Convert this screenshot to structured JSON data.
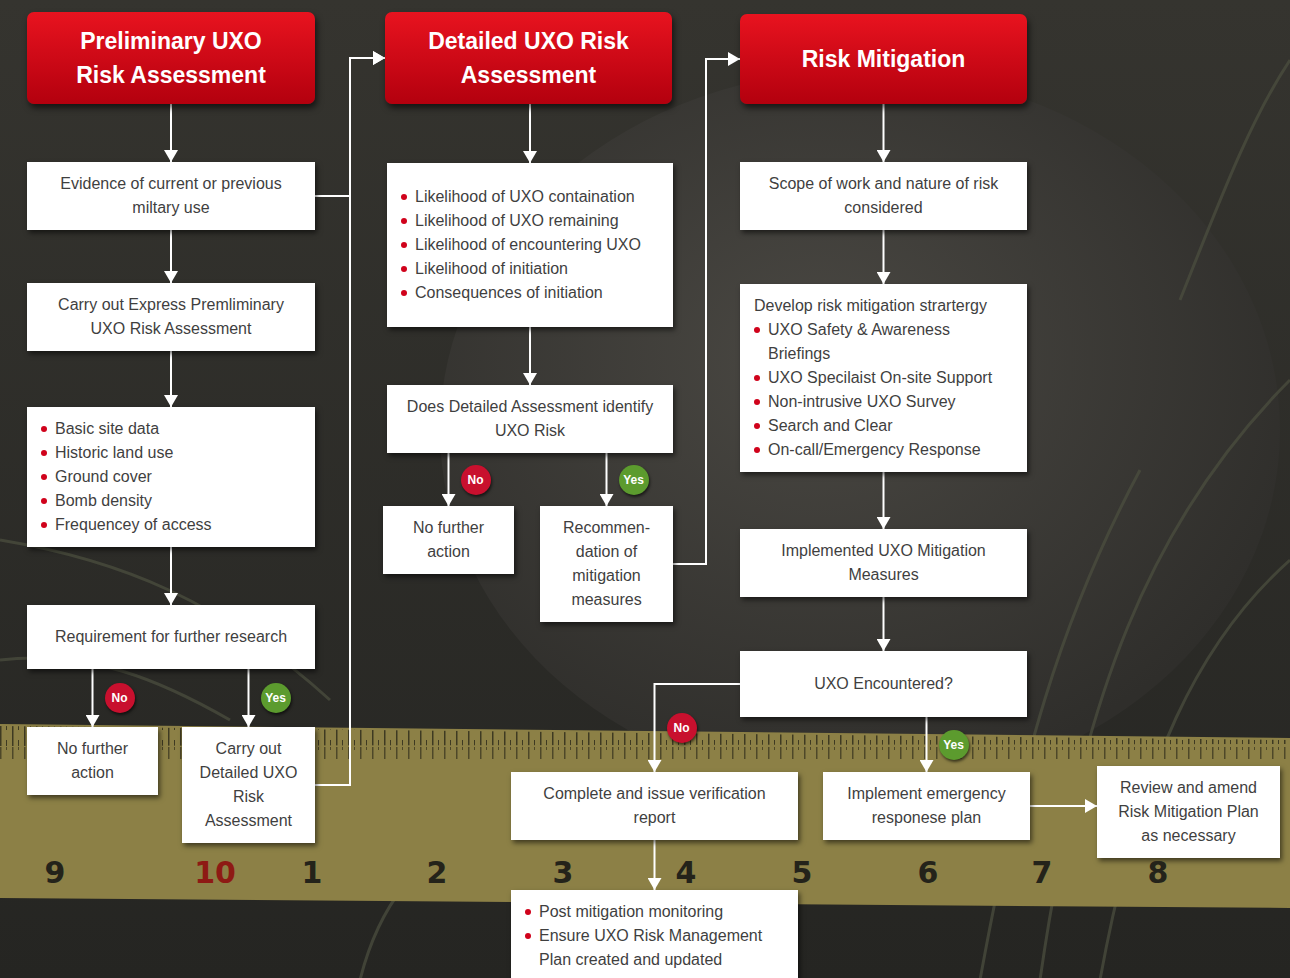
{
  "diagram": {
    "nodes": [
      {
        "text": [
          "Preliminary UXO Risk Assessment"
        ]
      },
      {
        "text": [
          "Evidence of current or previous miltary use"
        ]
      },
      {
        "text": [
          "Carry out Express Premliminary UXO Risk Assessment"
        ]
      },
      {
        "text": [
          "Basic site data",
          "Historic land use",
          "Ground cover",
          "Bomb density",
          "Frequencey of access"
        ]
      },
      {
        "text": [
          "Requirement for further research"
        ]
      },
      {
        "text": [
          "No further action"
        ]
      },
      {
        "text": [
          "Carry out Detailed UXO Risk Assessment"
        ]
      },
      {
        "text": [
          "Detailed UXO Risk Assessment"
        ]
      },
      {
        "text": [
          "Likelihood of UXO containation",
          "Likelihood of UXO remaining",
          "Likelihood of encountering UXO",
          "Likelihood of initiation",
          "Consequences of initiation"
        ]
      },
      {
        "text": [
          "Does Detailed Assessment identify UXO Risk"
        ]
      },
      {
        "text": [
          "No further action"
        ]
      },
      {
        "text": [
          "Recommen- dation of mitigation measures"
        ]
      },
      {
        "text": [
          "Risk Mitigation"
        ]
      },
      {
        "text": [
          "Scope of work and nature of risk considered"
        ]
      },
      {
        "text": [
          "Develop risk mitigation strartergy",
          "UXO Safety & Awareness Briefings",
          "UXO Specilaist On-site Support",
          "Non-intrusive UXO Survey",
          "Search and Clear",
          "On-call/Emergency Response"
        ]
      },
      {
        "text": [
          "Implemented UXO Mitigation Measures"
        ]
      },
      {
        "text": [
          "UXO Encountered?"
        ]
      },
      {
        "text": [
          "Complete and issue verification report"
        ]
      },
      {
        "text": [
          "Implement emergency responese plan"
        ]
      },
      {
        "text": [
          "Review and amend Risk Mitigation Plan as necessary"
        ]
      },
      {
        "text": [
          "Post mitigation monitoring",
          "Ensure UXO Risk Management Plan created and updated"
        ]
      }
    ],
    "edges": [
      {
        "from": 0,
        "to": 1,
        "arrow": "to"
      },
      {
        "from": 1,
        "to": 2,
        "arrow": "to"
      },
      {
        "from": 2,
        "to": 3,
        "arrow": "to"
      },
      {
        "from": 3,
        "to": 4,
        "arrow": "to"
      },
      {
        "from": 4,
        "to": 5,
        "label": "No",
        "arrow": "to"
      },
      {
        "from": 4,
        "to": 6,
        "label": "Yes",
        "arrow": "to"
      },
      {
        "from": 6,
        "to": 7,
        "arrow": "to"
      },
      {
        "from": 1,
        "to": 7,
        "arrow": "to"
      },
      {
        "from": 7,
        "to": 8,
        "arrow": "to"
      },
      {
        "from": 8,
        "to": 9,
        "arrow": "to"
      },
      {
        "from": 9,
        "to": 10,
        "label": "No",
        "arrow": "to"
      },
      {
        "from": 9,
        "to": 11,
        "label": "Yes",
        "arrow": "to"
      },
      {
        "from": 11,
        "to": 12,
        "arrow": "to"
      },
      {
        "from": 12,
        "to": 13,
        "arrow": "to"
      },
      {
        "from": 13,
        "to": 14,
        "arrow": "to"
      },
      {
        "from": 14,
        "to": 15,
        "arrow": "to"
      },
      {
        "from": 15,
        "to": 16,
        "arrow": "to"
      },
      {
        "from": 16,
        "to": 17,
        "label": "No",
        "arrow": "to"
      },
      {
        "from": 16,
        "to": 18,
        "label": "Yes",
        "arrow": "to"
      },
      {
        "from": 18,
        "to": 19,
        "arrow": "to"
      },
      {
        "from": 17,
        "to": 20,
        "arrow": "to"
      }
    ],
    "labels": [
      "9",
      "10",
      "1",
      "2",
      "3",
      "4",
      "5",
      "6",
      "7",
      "8"
    ]
  }
}
